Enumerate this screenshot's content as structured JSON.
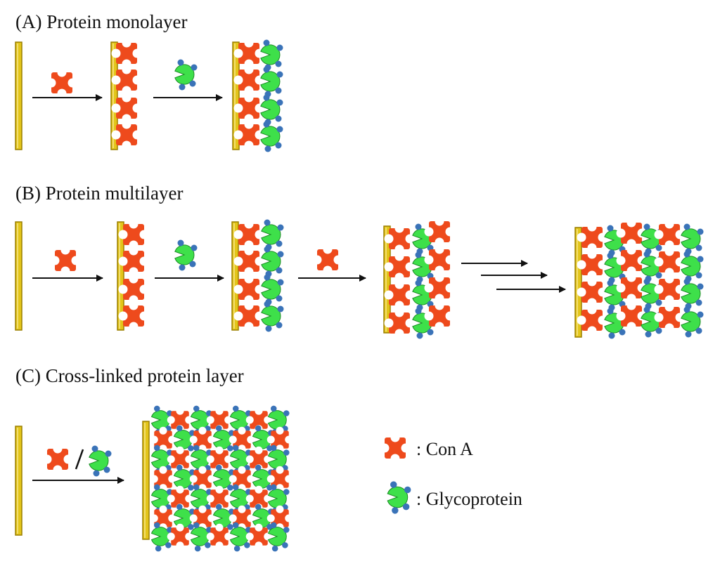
{
  "panels": {
    "a": {
      "title": "(A) Protein monolayer"
    },
    "b": {
      "title": "(B) Protein multilayer"
    },
    "c": {
      "title": "(C) Cross-linked protein layer"
    }
  },
  "legend": {
    "con_a": "Con A",
    "glycoprotein": "Glycoprotein",
    "separator": ":"
  },
  "colors": {
    "substrate": "#e3c51a",
    "substrate_edge": "#9a7f00",
    "con_a": "#ee4a1c",
    "glyco_body": "#3ee04a",
    "glyco_sugar": "#3a73b8"
  },
  "icons": [
    "con-a-icon",
    "glycoprotein-icon",
    "substrate-bar",
    "arrow"
  ]
}
